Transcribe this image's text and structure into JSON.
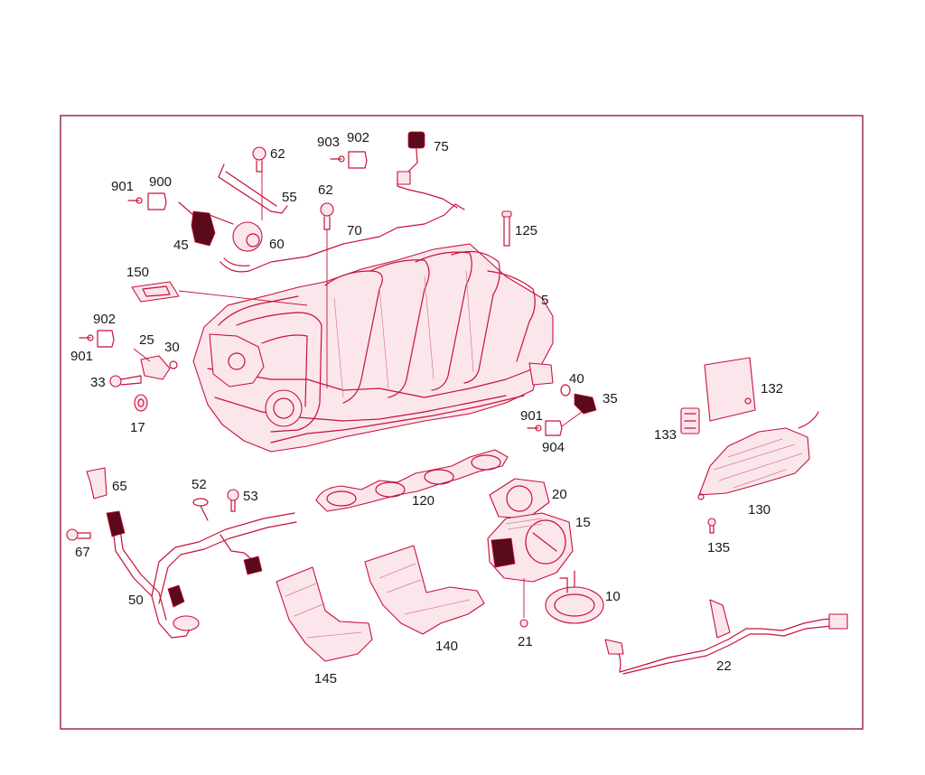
{
  "callouts": {
    "c5": "5",
    "c10": "10",
    "c15": "15",
    "c17": "17",
    "c20": "20",
    "c21": "21",
    "c22": "22",
    "c25": "25",
    "c30": "30",
    "c33": "33",
    "c35": "35",
    "c40": "40",
    "c45": "45",
    "c50": "50",
    "c52": "52",
    "c53": "53",
    "c55": "55",
    "c60": "60",
    "c62a": "62",
    "c62b": "62",
    "c65": "65",
    "c67": "67",
    "c70": "70",
    "c75": "75",
    "c120": "120",
    "c125": "125",
    "c130": "130",
    "c132": "132",
    "c133": "133",
    "c135": "135",
    "c140": "140",
    "c145": "145",
    "c150": "150",
    "c900": "900",
    "c901a": "901",
    "c901b": "901",
    "c901c": "901",
    "c902a": "902",
    "c902b": "902",
    "c903": "903",
    "c904": "904"
  },
  "colors": {
    "line": "#c8103a",
    "frame": "#8a1028",
    "text": "#1a1a1a"
  }
}
